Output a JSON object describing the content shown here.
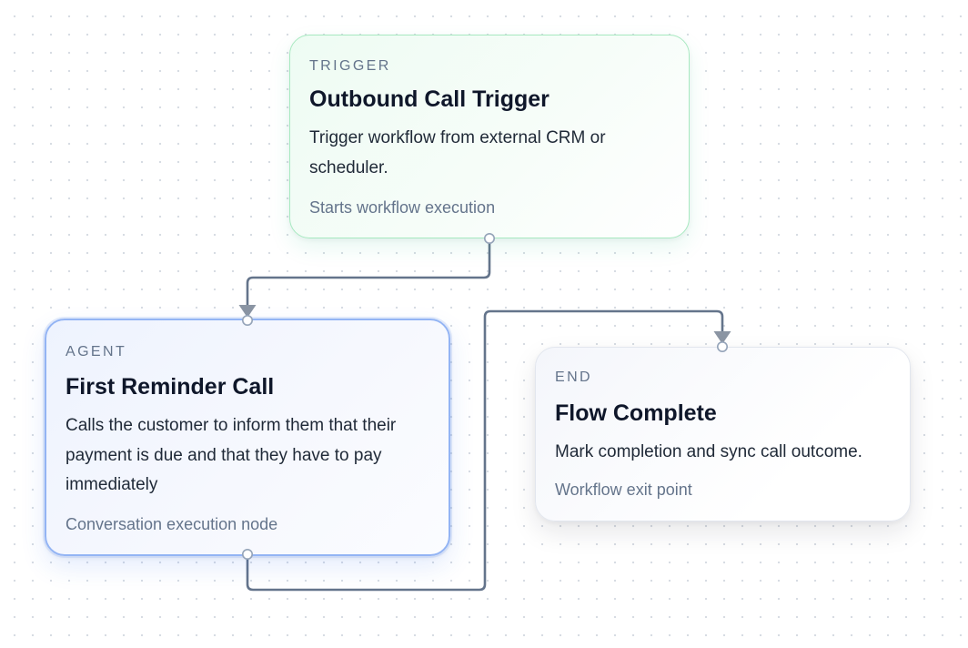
{
  "nodes": {
    "trigger": {
      "kind": "TRIGGER",
      "title": "Outbound Call Trigger",
      "description": "Trigger workflow from external CRM or scheduler.",
      "footer": "Starts workflow execution"
    },
    "agent": {
      "kind": "AGENT",
      "title": "First Reminder Call",
      "description": "Calls the customer to inform them that their payment is due and that they have to pay immediately",
      "footer": "Conversation execution node"
    },
    "end": {
      "kind": "END",
      "title": "Flow Complete",
      "description": "Mark completion and sync call outcome.",
      "footer": "Workflow exit point"
    }
  },
  "edges": [
    {
      "from": "trigger",
      "to": "agent"
    },
    {
      "from": "agent",
      "to": "end"
    }
  ],
  "colors": {
    "edge": "#64748b",
    "arrow": "#8b95a3",
    "trigger_border": "#a7e9c0",
    "agent_border": "#93b4f4",
    "end_border": "#e2e6ee"
  }
}
